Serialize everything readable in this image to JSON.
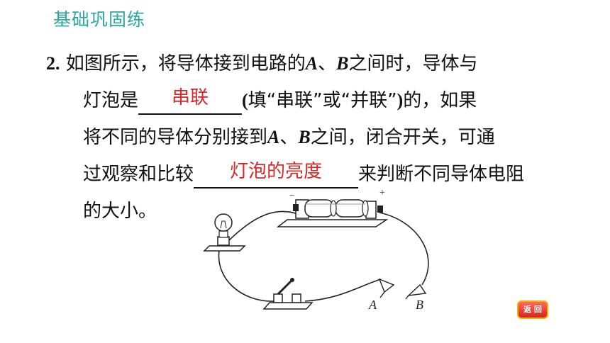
{
  "header": {
    "section_title": "基础巩固练"
  },
  "question": {
    "number": "2",
    "number_dot": ".",
    "line1_a": "如图所示，将导体接到电路的",
    "point_a": "A",
    "sep": "、",
    "point_b": "B",
    "line1_b": "之间时，导体与",
    "line2_a": "灯泡是",
    "open_paren": "(",
    "line2_b": "填“串联”或“并联”",
    "close_paren": ")",
    "line2_c": "的，如果",
    "line3_a": "将不同的导体分别接到",
    "line3_b": "之间，闭合开关，可通",
    "line4_a": "过观察和比较",
    "line4_b": "来判断不同导体电阻",
    "line5": "的大小。",
    "answer1": "串联",
    "answer2": "灯泡的亮度"
  },
  "diagram": {
    "label_a": "A",
    "label_b": "B",
    "minus_sign": "−",
    "plus_sign": "+"
  },
  "nav": {
    "return_label": "返 回"
  },
  "colors": {
    "answer": "#d8282a",
    "section_title": "#2aa7a0",
    "return_button": "#e0372a"
  }
}
